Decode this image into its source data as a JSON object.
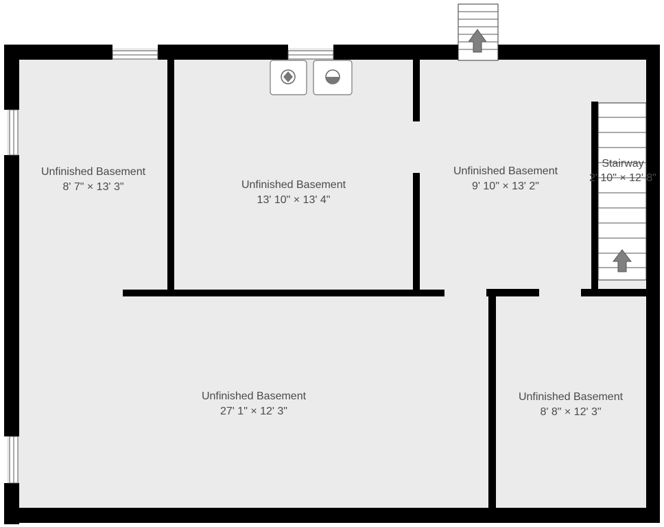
{
  "rooms": [
    {
      "name": "Unfinished Basement",
      "dims": "8' 7\" × 13' 3\""
    },
    {
      "name": "Unfinished Basement",
      "dims": "13' 10\" × 13' 4\""
    },
    {
      "name": "Unfinished Basement",
      "dims": "9' 10\" × 13' 2\""
    },
    {
      "name": "Stairway",
      "dims": "2' 10\" × 12' 8\""
    },
    {
      "name": "Unfinished Basement",
      "dims": "27' 1\" × 12' 3\""
    },
    {
      "name": "Unfinished Basement",
      "dims": "8' 8\" × 12' 3\""
    }
  ],
  "colors": {
    "wall": "#000000",
    "floor": "#ebebeb",
    "arrow": "#808080",
    "text": "#4a4a4a"
  }
}
